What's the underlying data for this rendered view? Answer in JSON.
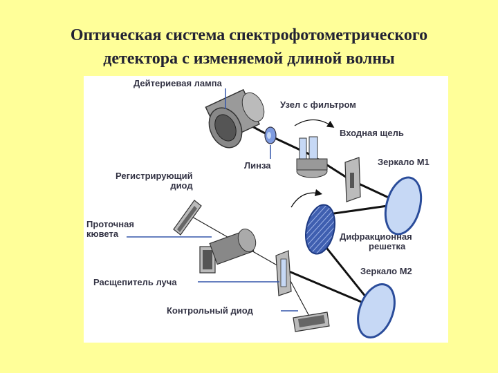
{
  "title": {
    "line1": "Оптическая система спектрофотометрического",
    "line2": "детектора с изменяемой длиной волны"
  },
  "diagram": {
    "labels": {
      "deuterium_lamp": "Дейтериевая лампа",
      "filter_unit": "Узел с фильтром",
      "entrance_slit": "Входная щель",
      "lens": "Линза",
      "mirror_m1": "Зеркало М1",
      "recording_diode_l1": "Регистрирующий",
      "recording_diode_l2": "диод",
      "flow_cell_l1": "Проточная",
      "flow_cell_l2": "кювета",
      "grating_l1": "Дифракционная",
      "grating_l2": "решетка",
      "mirror_m2": "Зеркало М2",
      "beam_splitter": "Расщепитель луча",
      "control_diode": "Контрольный диод"
    },
    "colors": {
      "background": "#FFFF99",
      "mirror_fill": "#C6D8F5",
      "grating_fill": "#3F5FB0",
      "leader_line": "#3355AA",
      "beam": "#111111"
    }
  }
}
